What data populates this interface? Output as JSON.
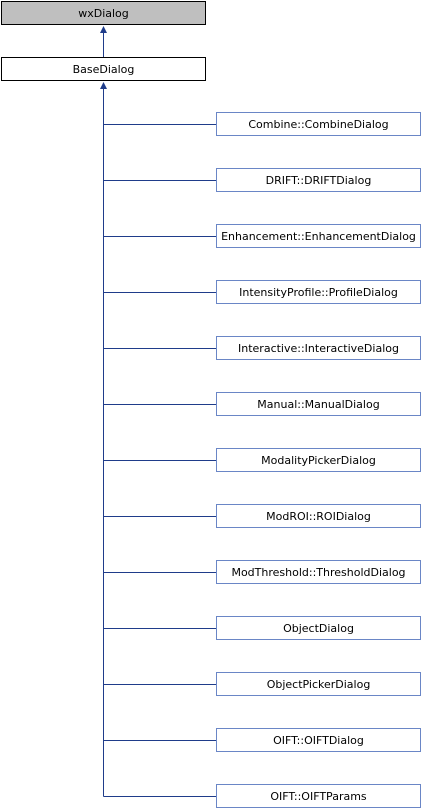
{
  "root": {
    "label": "wxDialog"
  },
  "base": {
    "label": "BaseDialog"
  },
  "children": [
    {
      "label": "Combine::CombineDialog"
    },
    {
      "label": "DRIFT::DRIFTDialog"
    },
    {
      "label": "Enhancement::EnhancementDialog"
    },
    {
      "label": "IntensityProfile::ProfileDialog"
    },
    {
      "label": "Interactive::InteractiveDialog"
    },
    {
      "label": "Manual::ManualDialog"
    },
    {
      "label": "ModalityPickerDialog"
    },
    {
      "label": "ModROI::ROIDialog"
    },
    {
      "label": "ModThreshold::ThresholdDialog"
    },
    {
      "label": "ObjectDialog"
    },
    {
      "label": "ObjectPickerDialog"
    },
    {
      "label": "OIFT::OIFTDialog"
    },
    {
      "label": "OIFT::OIFTParams"
    }
  ],
  "colors": {
    "root_fill": "#bfbfbf",
    "leaf_border": "#6a86c6",
    "edge": "#1f3c8a"
  }
}
